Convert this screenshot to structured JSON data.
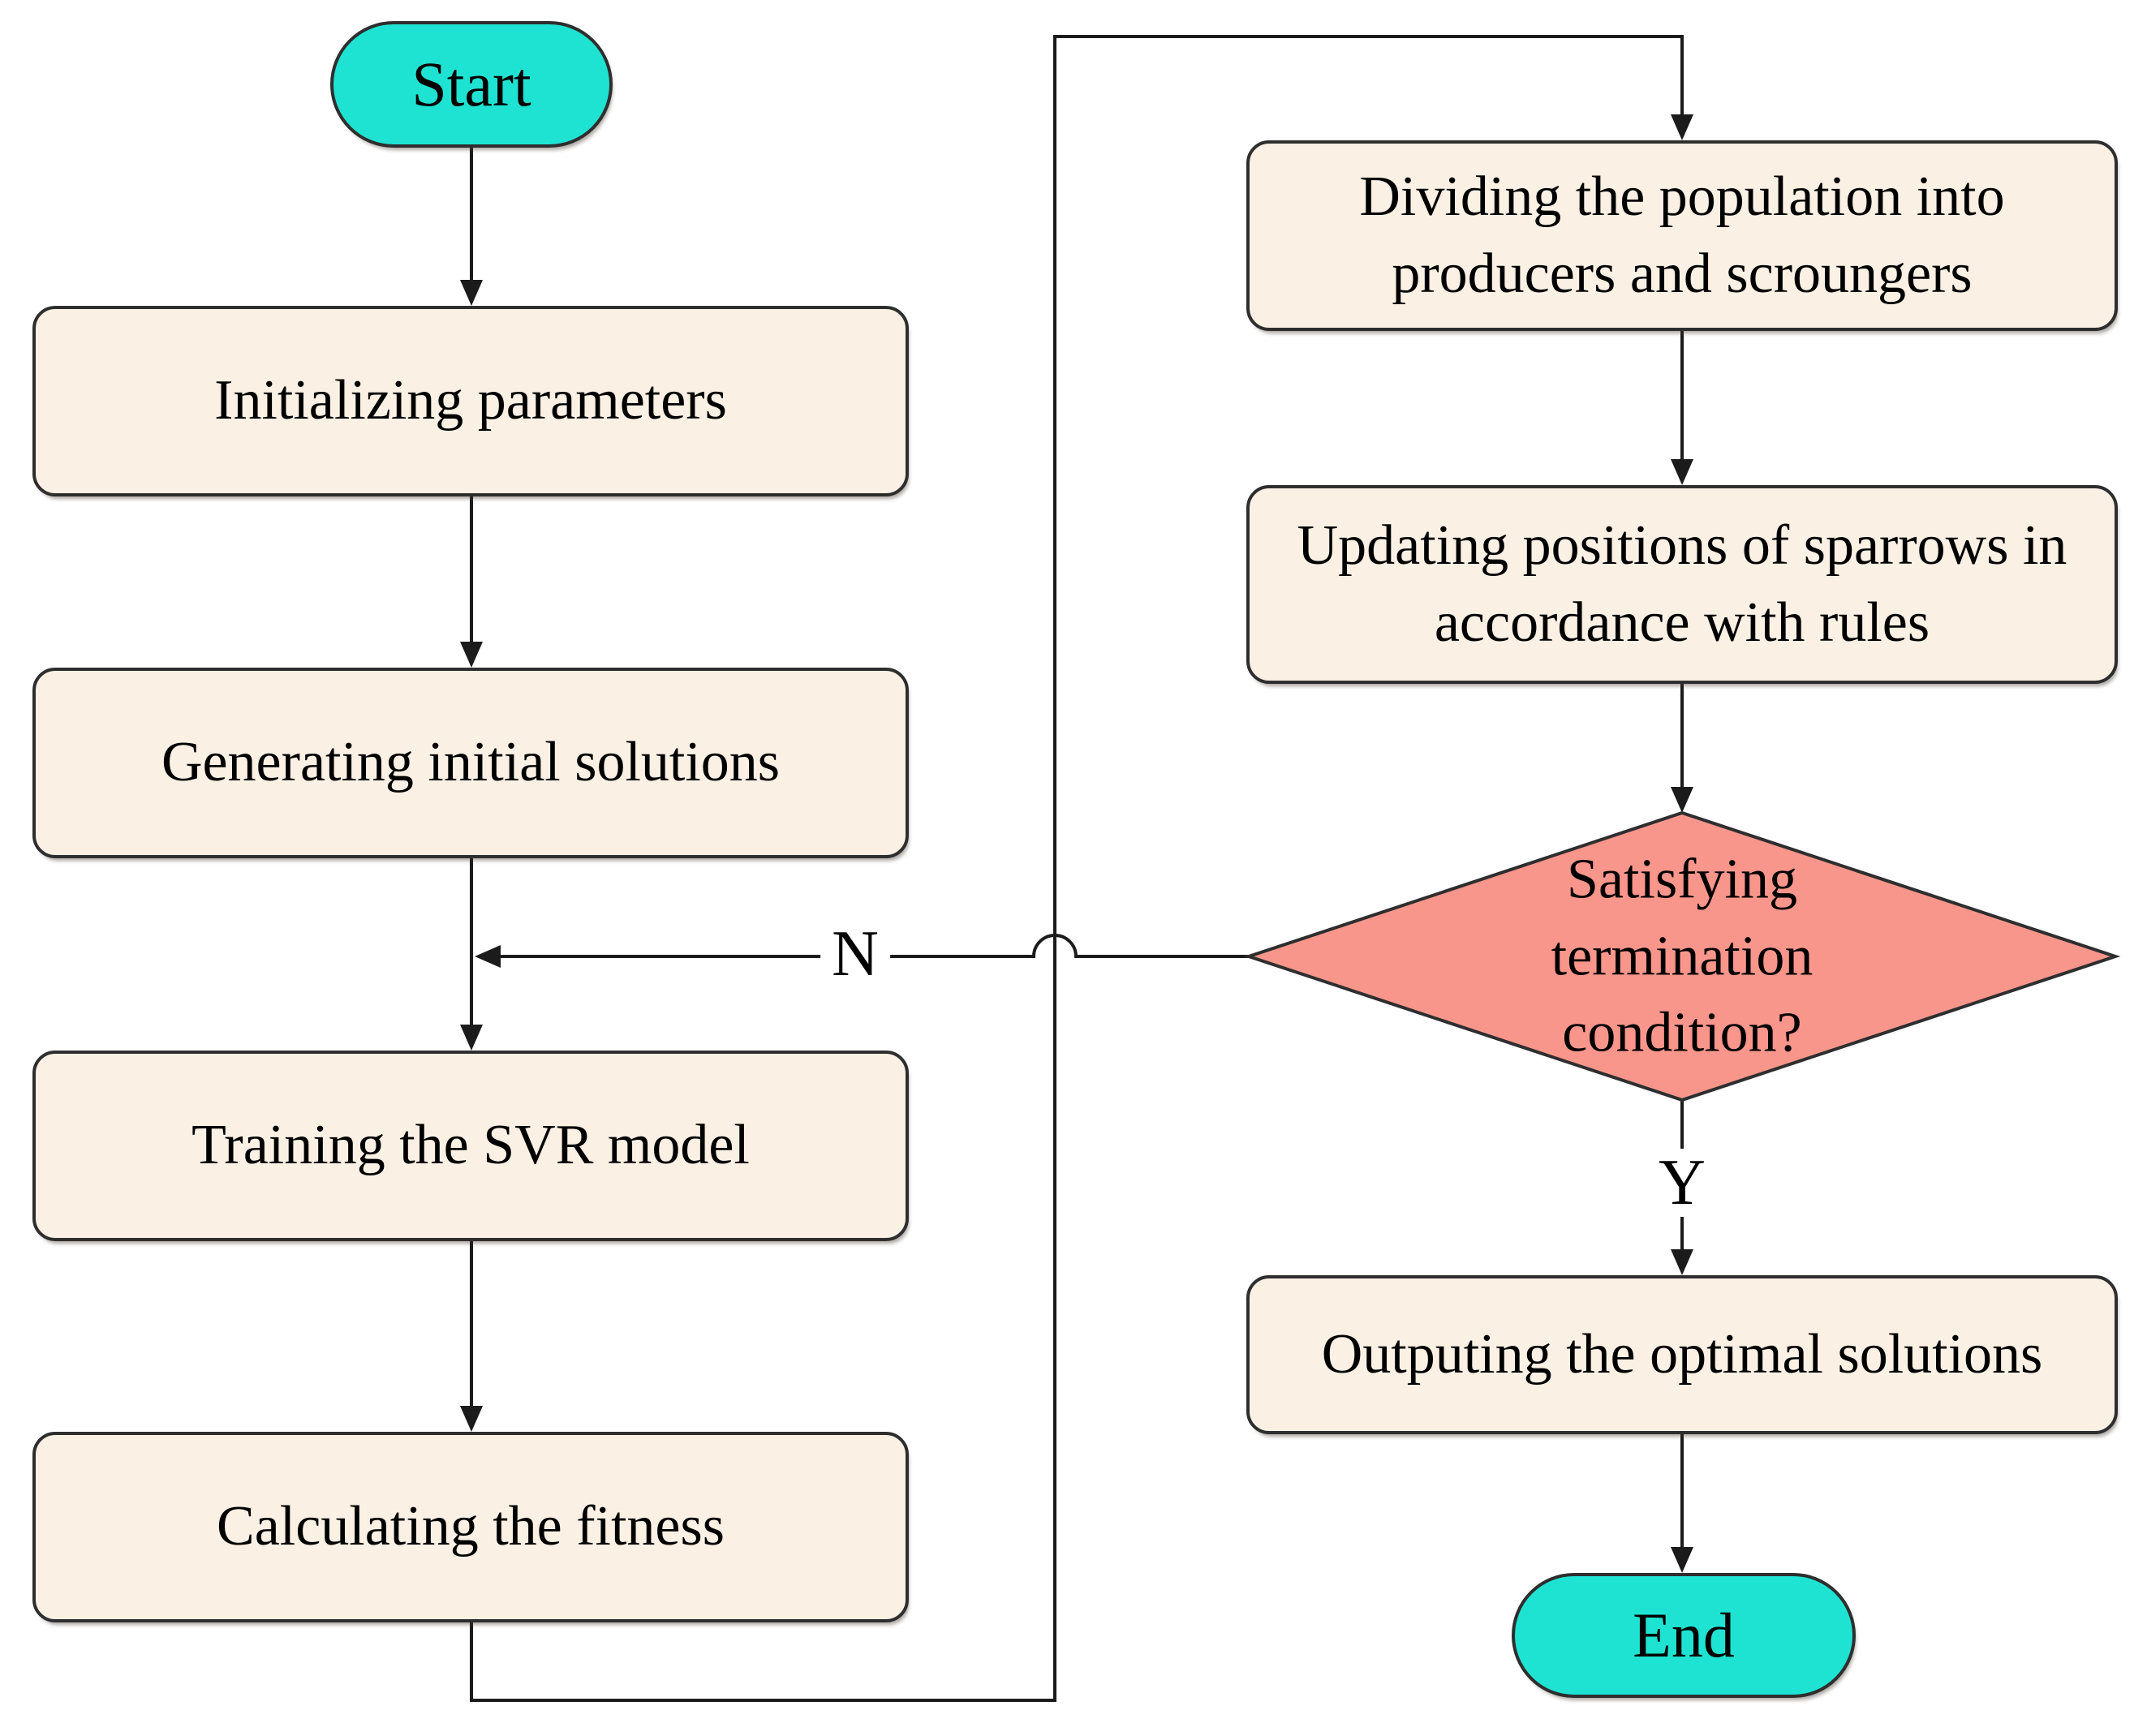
{
  "colors": {
    "background": "#ffffff",
    "terminal_fill": "#1fe3d2",
    "process_fill": "#faf0e4",
    "decision_fill": "#f9968c",
    "outline": "#2e2e2e",
    "connector": "#1b1b1b",
    "text": "#000000"
  },
  "nodes": {
    "start": {
      "type": "terminal",
      "label": "Start"
    },
    "init": {
      "type": "process",
      "label": "Initializing parameters"
    },
    "generate": {
      "type": "process",
      "label": "Generating initial solutions"
    },
    "train": {
      "type": "process",
      "label": "Training the SVR model"
    },
    "fitness": {
      "type": "process",
      "label": "Calculating the fitness"
    },
    "divide": {
      "type": "process",
      "label": "Dividing the population into\nproducers and scroungers"
    },
    "update": {
      "type": "process",
      "label": "Updating positions of sparrows in\naccordance with rules"
    },
    "decision": {
      "type": "decision",
      "label": "Satisfying termination\ncondition?"
    },
    "output": {
      "type": "process",
      "label": "Outputing the optimal solutions"
    },
    "end": {
      "type": "terminal",
      "label": "End"
    }
  },
  "edge_labels": {
    "no": "N",
    "yes": "Y"
  }
}
